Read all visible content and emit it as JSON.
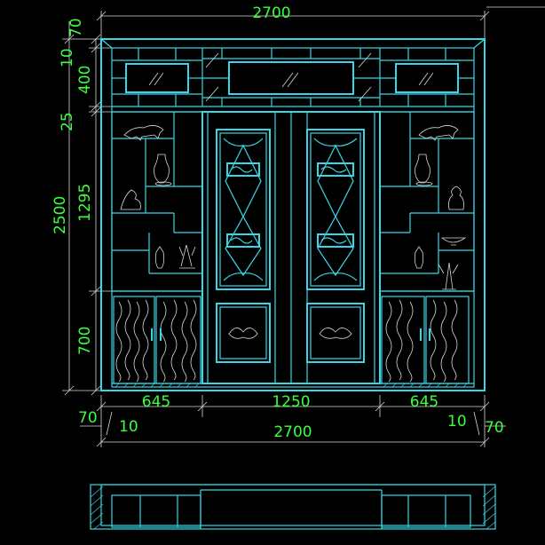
{
  "dimensions": {
    "top_width": "2700",
    "bottom_width": "2700",
    "left_section": "645",
    "center_section": "1250",
    "right_section": "645",
    "left_outer_margin": "70",
    "left_inner_margin": "10",
    "right_inner_margin": "10",
    "right_outer_margin": "70",
    "height_top_frame": "70",
    "height_top_gap": "10",
    "height_upper_panel": "400",
    "height_divider": "25",
    "height_display": "1295",
    "height_cabinet": "700",
    "total_height": "2500"
  },
  "colors": {
    "background": "#000000",
    "line": "#35d8e6",
    "dimension_text": "#3cff3c",
    "dimension_line": "#d8d8d8"
  }
}
